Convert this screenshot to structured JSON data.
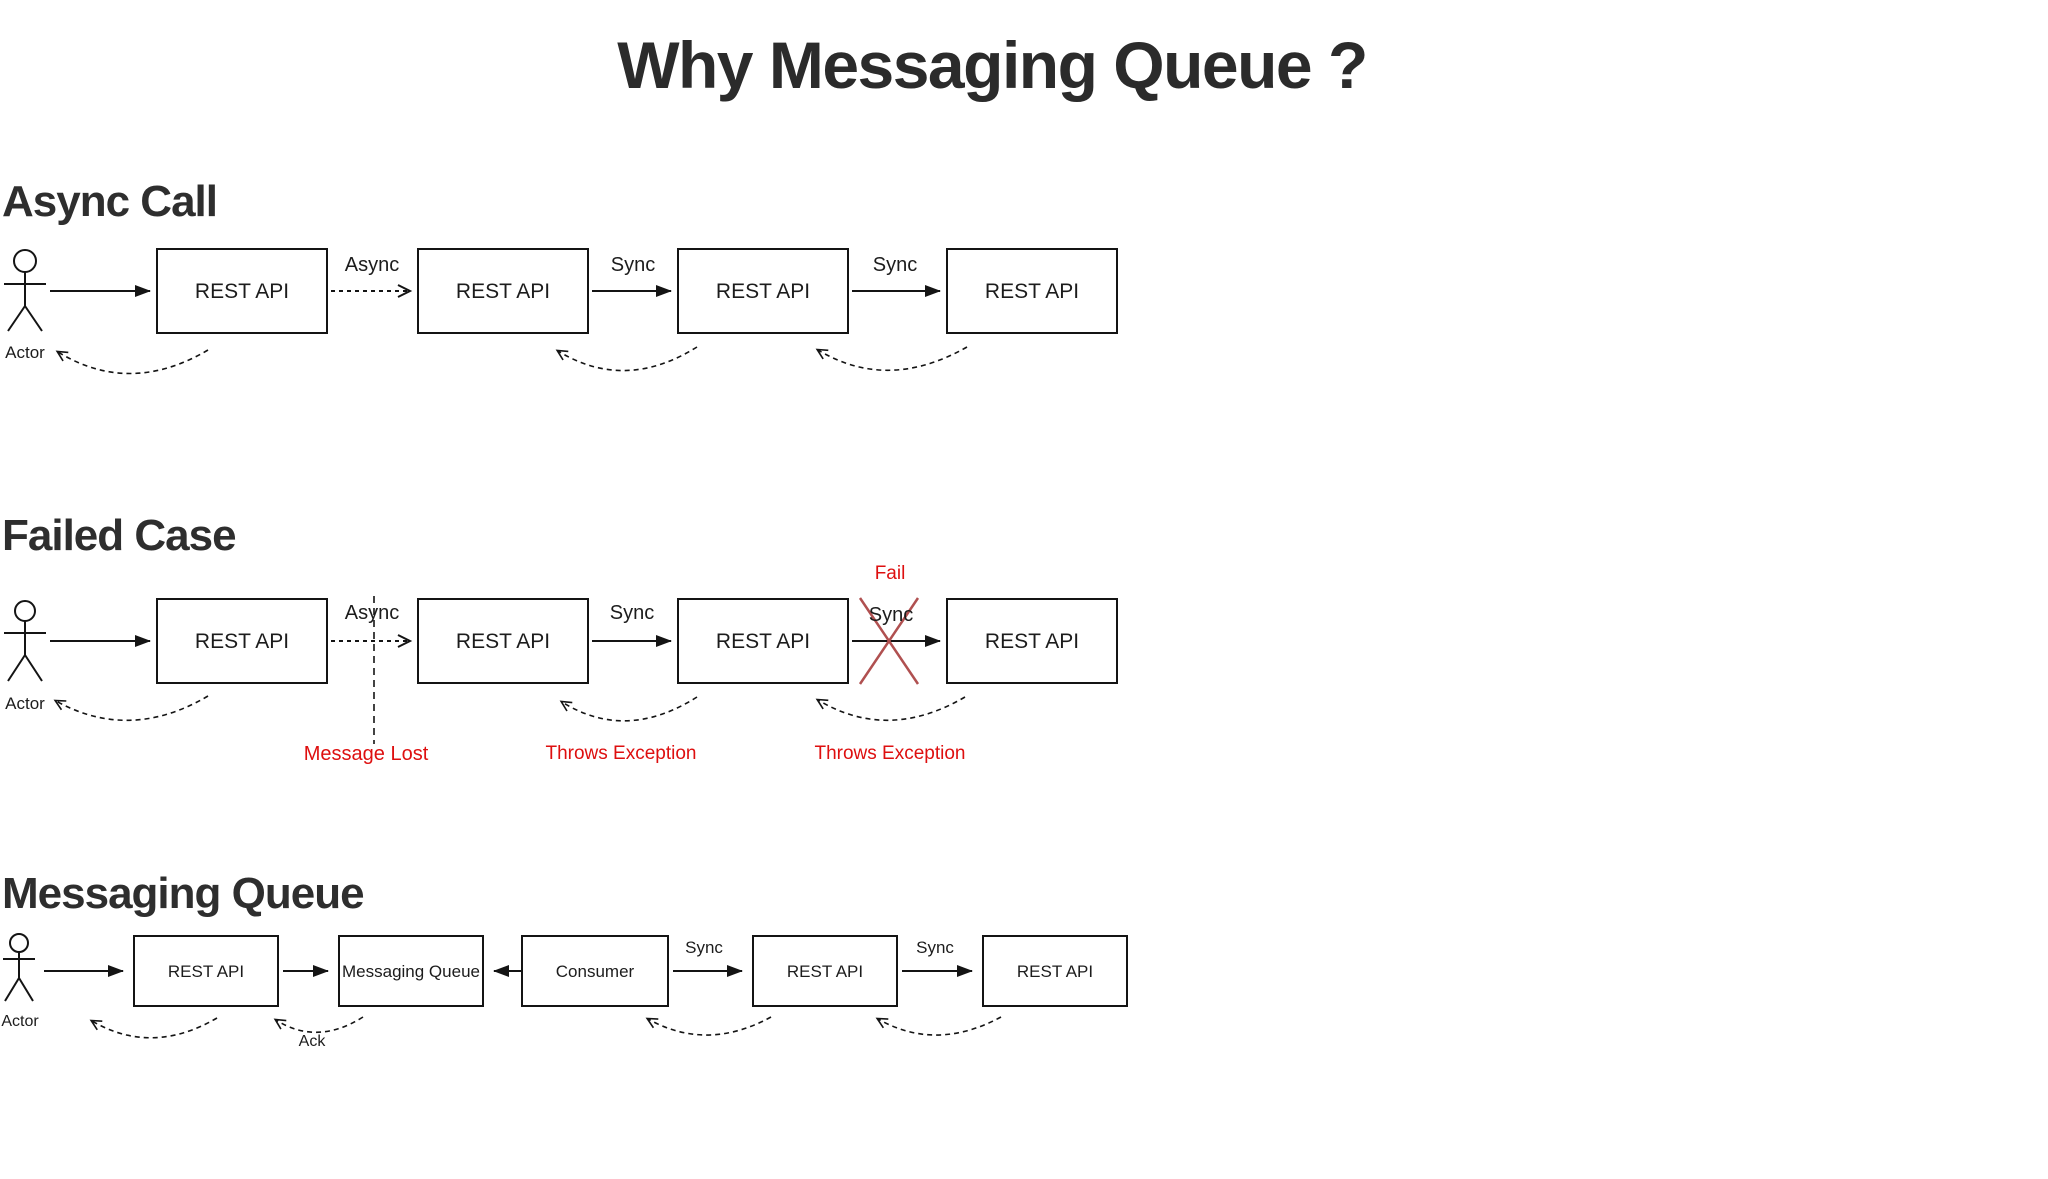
{
  "title": "Why Messaging Queue ?",
  "sections": [
    {
      "heading": "Async Call",
      "actor": "Actor",
      "boxes": [
        "REST API",
        "REST API",
        "REST API",
        "REST API"
      ],
      "edge_labels": [
        "Async",
        "Sync",
        "Sync"
      ]
    },
    {
      "heading": "Failed Case",
      "actor": "Actor",
      "boxes": [
        "REST API",
        "REST API",
        "REST API",
        "REST API"
      ],
      "edge_labels": [
        "Async",
        "Sync",
        "Sync"
      ],
      "fail_label": "Fail",
      "message_lost_label": "Message Lost",
      "throws_exception_labels": [
        "Throws Exception",
        "Throws Exception"
      ]
    },
    {
      "heading": "Messaging Queue",
      "actor": "Actor",
      "boxes": [
        "REST API",
        "Messaging Queue",
        "Consumer",
        "REST API",
        "REST API"
      ],
      "edge_labels": [
        "Sync",
        "Sync"
      ],
      "ack_label": "Ack"
    }
  ],
  "colors": {
    "background": "#ffffff",
    "heading_text": "#2e2e2e",
    "box_border": "#141414",
    "line": "#141414",
    "red_text": "#de0f0f",
    "fail_x": "#b05050"
  }
}
